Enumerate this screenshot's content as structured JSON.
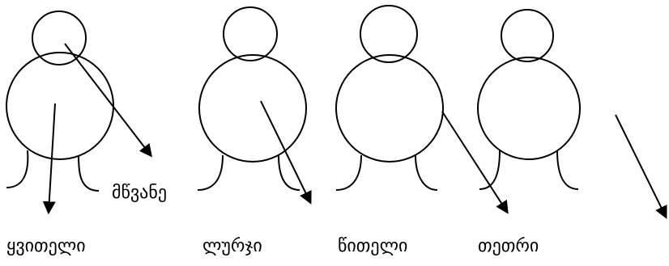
{
  "figures": [
    {
      "id": "figure-1"
    },
    {
      "id": "figure-2"
    },
    {
      "id": "figure-3"
    },
    {
      "id": "figure-4"
    }
  ],
  "labels": {
    "green": "მწვანე",
    "yellow": "ყვითელი",
    "blue": "ლურჯი",
    "red": "წითელი",
    "white": "თეთრი"
  },
  "colors": {
    "line": "#000000",
    "background": "#ffffff"
  }
}
